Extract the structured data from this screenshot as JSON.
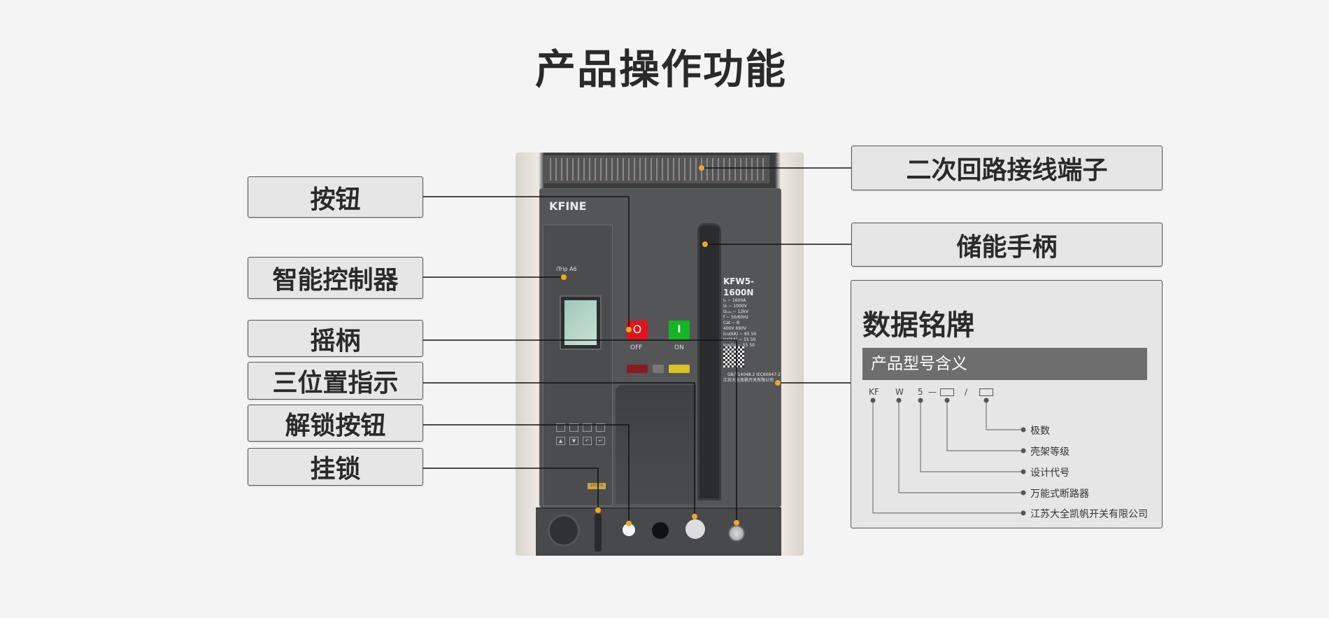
{
  "page_title": "产品操作功能",
  "left_labels": [
    "按钮",
    "智能控制器",
    "摇柄",
    "三位置指示",
    "解锁按钮",
    "挂锁"
  ],
  "right_labels": [
    "二次回路接线端子",
    "储能手柄"
  ],
  "nameplate_panel": {
    "title": "数据铭牌",
    "subtitle": "产品型号含义",
    "codes": [
      "KF",
      "W",
      "5",
      "—",
      "/"
    ],
    "meanings": [
      "极数",
      "壳架等级",
      "设计代号",
      "万能式断路器",
      "江苏大全凯帆开关有限公司"
    ]
  },
  "device": {
    "brand": "KFINE",
    "controller": "iTrip A6",
    "rating_tag": "1600A",
    "off_label": "OFF",
    "on_label": "ON",
    "off_symbol": "O",
    "on_symbol": "I",
    "model": "KFW5-1600N",
    "specs": [
      "Iₙ  ~  1600A",
      "Uᵢ  ~  1000V",
      "Uᵢₘₚ ~ 12kV",
      "f  ~  50/60Hz",
      "Cat ~  B",
      "400V 690V",
      "Icu(kA) ~ 65 50",
      "Ics(kA) ~ 55 50",
      "Icw/1s ~ 55 50"
    ],
    "standards": "GB/T14048.2 IEC60947-2",
    "maker": "江苏大全凯帆开关有限公司"
  },
  "colors": {
    "accent_dot": "#f5a623",
    "off": "#e3131c",
    "on": "#13b523"
  }
}
